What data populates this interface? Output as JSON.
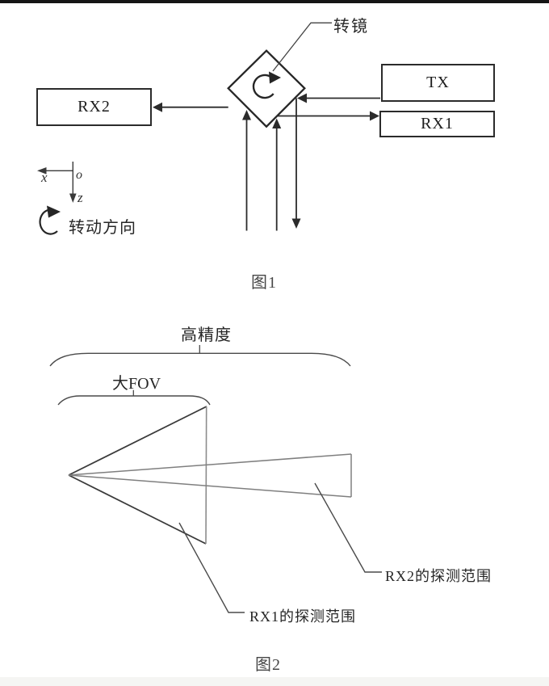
{
  "page": {
    "caption_fig1": "图1",
    "caption_fig2": "图2"
  },
  "figure1": {
    "mirror_label": "转镜",
    "tx_label": "TX",
    "rx1_label": "RX1",
    "rx2_label": "RX2",
    "axis": {
      "x": "x",
      "origin": "o",
      "z": "z"
    },
    "rotation_label": "转动方向"
  },
  "figure2": {
    "high_precision_label": "高精度",
    "large_fov_label": "大FOV",
    "rx1_range_label": "RX1的探测范围",
    "rx2_range_label": "RX2的探测范围"
  },
  "colors": {
    "ink": "#262626",
    "line_dark": "#2b2b2b",
    "line_gray": "#8c8c8c",
    "leader": "#4a4a4a",
    "caption_gray": "#474747",
    "top_bar": "#151515",
    "bottom_band": "#f5f5f3"
  }
}
